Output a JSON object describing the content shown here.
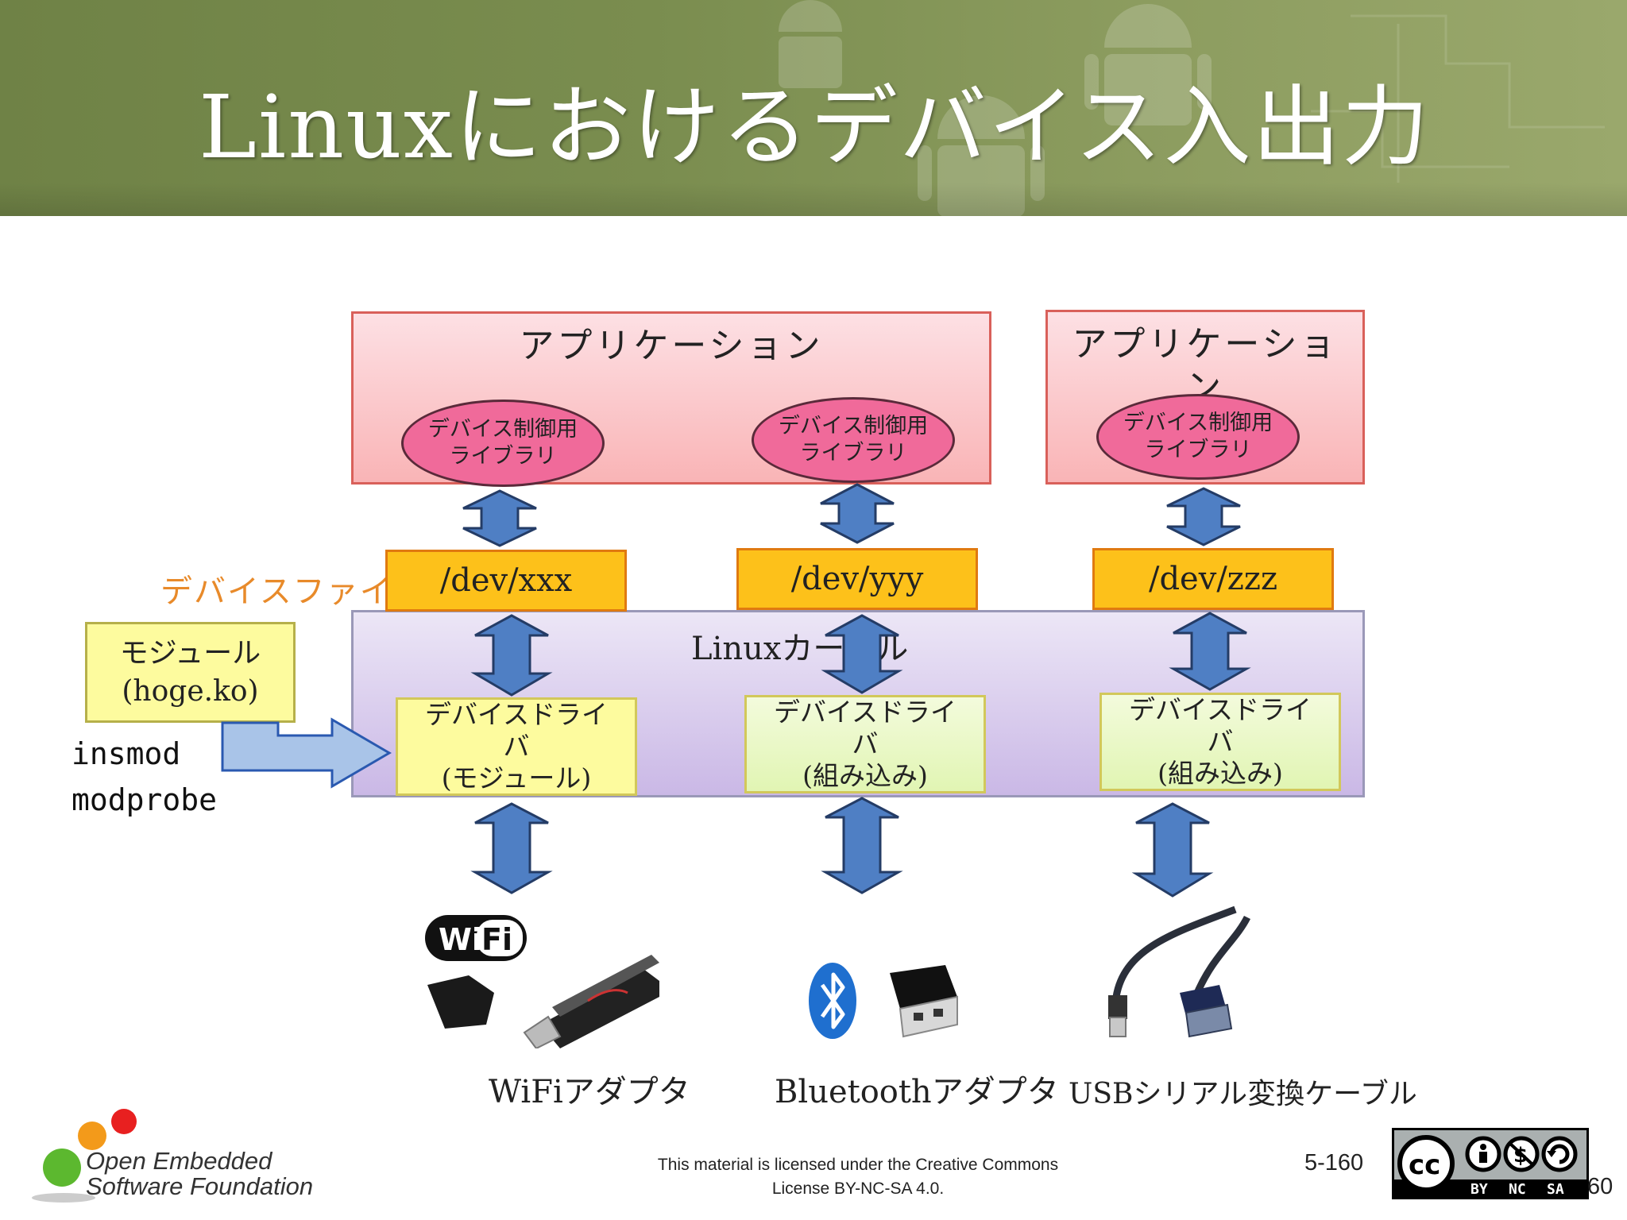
{
  "title": "Linuxにおけるデバイス入出力",
  "apps": [
    {
      "label": "アプリケーション"
    },
    {
      "label": "アプリケーション"
    }
  ],
  "libraries": [
    {
      "line1": "デバイス制御用",
      "line2": "ライブラリ"
    },
    {
      "line1": "デバイス制御用",
      "line2": "ライブラリ"
    },
    {
      "line1": "デバイス制御用",
      "line2": "ライブラリ"
    }
  ],
  "device_file_label": "デバイスファイル",
  "device_files": [
    "/dev/xxx",
    "/dev/yyy",
    "/dev/zzz"
  ],
  "kernel_label": "Linuxカーネル",
  "drivers": [
    {
      "line1": "デバイスドライ",
      "line2": "バ",
      "line3": "(モジュール)"
    },
    {
      "line1": "デバイスドライ",
      "line2": "バ",
      "line3": "(組み込み)"
    },
    {
      "line1": "デバイスドライ",
      "line2": "バ",
      "line3": "(組み込み)"
    }
  ],
  "module": {
    "line1": "モジュール",
    "line2": "(hoge.ko)"
  },
  "commands": [
    "insmod",
    "modprobe"
  ],
  "captions": [
    "WiFiアダプタ",
    "Bluetoothアダプタ",
    "USBシリアル変換ケーブル"
  ],
  "wifi_logo": {
    "left": "Wi",
    "right": "Fi"
  },
  "footer": {
    "license_line1": "This material is licensed under the Creative Commons",
    "license_line2": "License BY-NC-SA 4.0.",
    "page": "5-160",
    "page_partial": "60",
    "org_line1": "Open Embedded",
    "org_line2": "Software Foundation",
    "cc_badge": {
      "cc": "cc",
      "labels": [
        "BY",
        "NC",
        "SA"
      ]
    }
  },
  "colors": {
    "arrow": "#4f7fc4",
    "app": "#f9b4b6",
    "library": "#f06a9a",
    "device_file": "#fdc11a",
    "kernel": "#cab8e6",
    "driver": "#fdfb9e"
  }
}
